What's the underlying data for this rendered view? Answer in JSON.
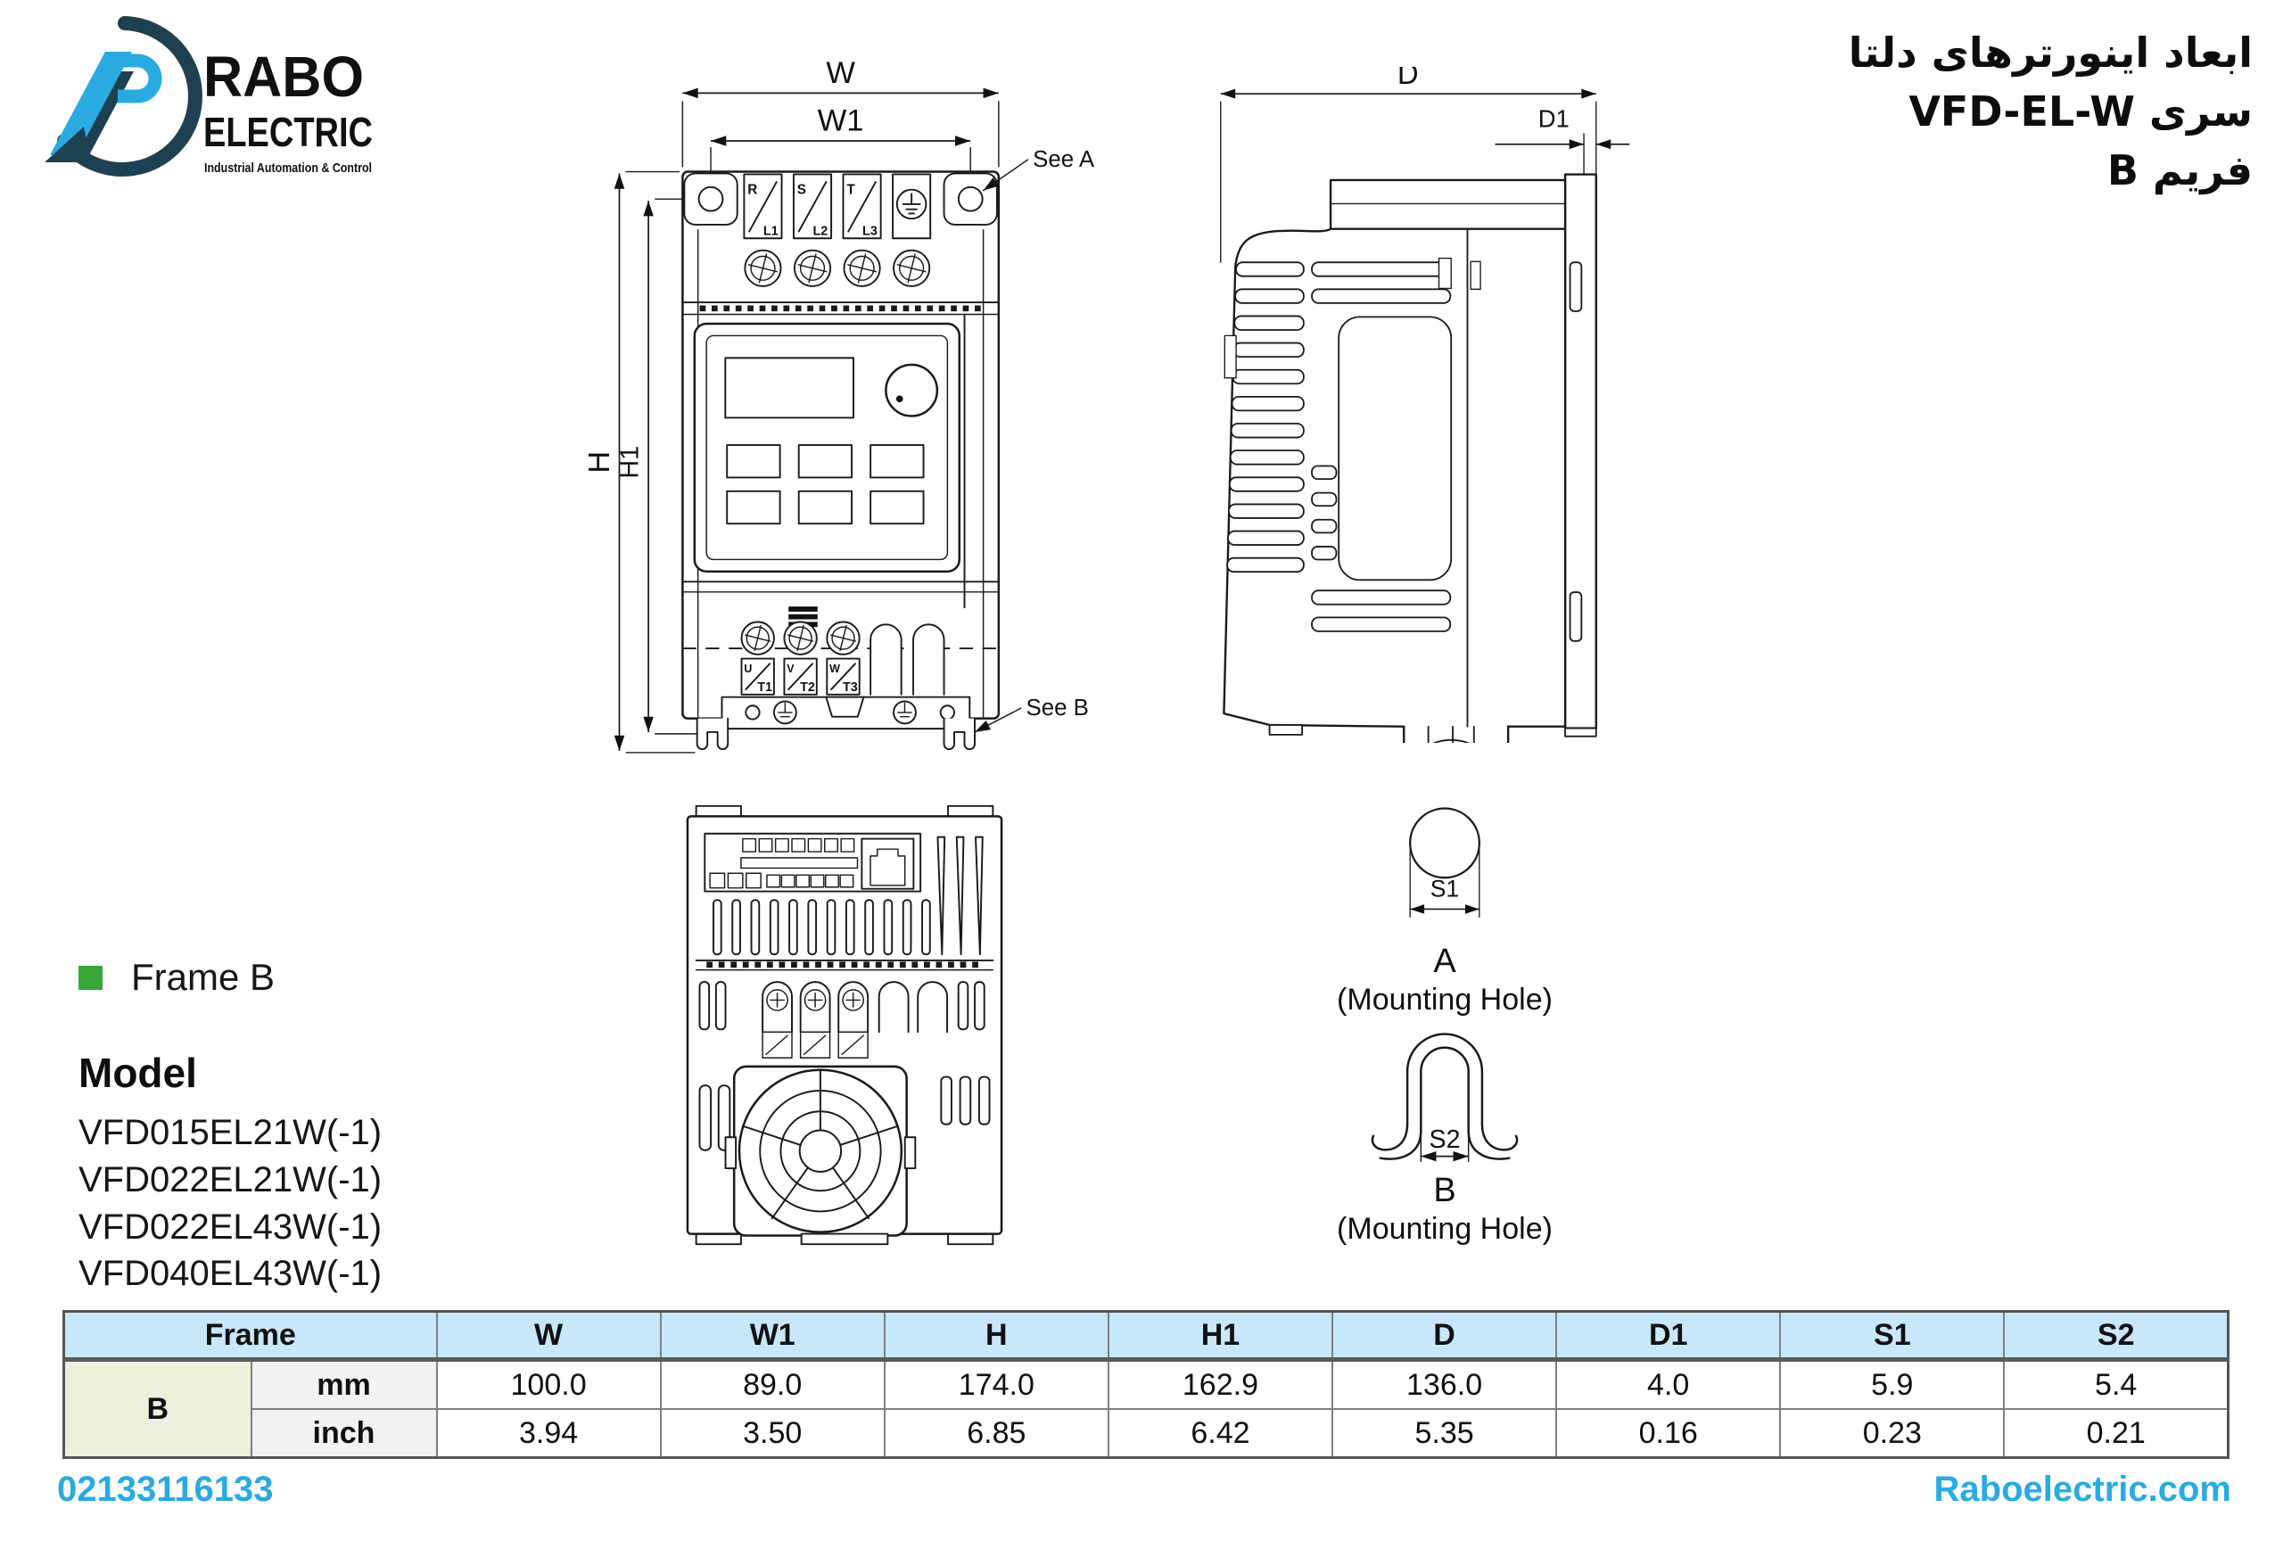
{
  "logo": {
    "brand_top": "RABO",
    "brand_bottom": "ELECTRIC",
    "tagline": "Industrial Automation & Control"
  },
  "title": {
    "line1": "ابعاد اینورترهای دلتا",
    "line2": "سری VFD-EL-W",
    "line3": "فریم B"
  },
  "drawings": {
    "front": {
      "dim_w": "W",
      "dim_w1": "W1",
      "dim_h": "H",
      "dim_h1": "H1",
      "see_a": "See A",
      "see_b": "See B",
      "top_terminal_letters": [
        "R",
        "S",
        "T"
      ],
      "top_terminal_subs": [
        "L1",
        "L2",
        "L3"
      ],
      "bottom_terminal_letters": [
        "U",
        "V",
        "W"
      ],
      "bottom_terminal_subs": [
        "T1",
        "T2",
        "T3"
      ]
    },
    "side": {
      "dim_d": "D",
      "dim_d1": "D1"
    },
    "mount_a": {
      "dim": "S1",
      "label": "A",
      "sublabel": "(Mounting Hole)"
    },
    "mount_b": {
      "dim": "S2",
      "label": "B",
      "sublabel": "(Mounting Hole)"
    }
  },
  "frame_section": {
    "label": "Frame B"
  },
  "model_section": {
    "heading": "Model",
    "models": [
      "VFD015EL21W(-1)",
      "VFD022EL21W(-1)",
      "VFD022EL43W(-1)",
      "VFD040EL43W(-1)"
    ]
  },
  "table": {
    "frame_header": "Frame",
    "columns": [
      "W",
      "W1",
      "H",
      "H1",
      "D",
      "D1",
      "S1",
      "S2"
    ],
    "rows": [
      {
        "frame": "B",
        "unit": "mm",
        "values": [
          "100.0",
          "89.0",
          "174.0",
          "162.9",
          "136.0",
          "4.0",
          "5.9",
          "5.4"
        ]
      },
      {
        "unit": "inch",
        "values": [
          "3.94",
          "3.50",
          "6.85",
          "6.42",
          "5.35",
          "0.16",
          "0.23",
          "0.21"
        ]
      }
    ]
  },
  "footer": {
    "phone": "02133116133",
    "website": "Raboelectric.com"
  },
  "colors": {
    "accent_blue": "#29abe2",
    "navy": "#1e4152",
    "green_bullet": "#38a838",
    "table_header_bg": "#c8e7f8",
    "frame_cell_bg": "#eef0dc",
    "unit_cell_bg": "#f2f2f2"
  }
}
